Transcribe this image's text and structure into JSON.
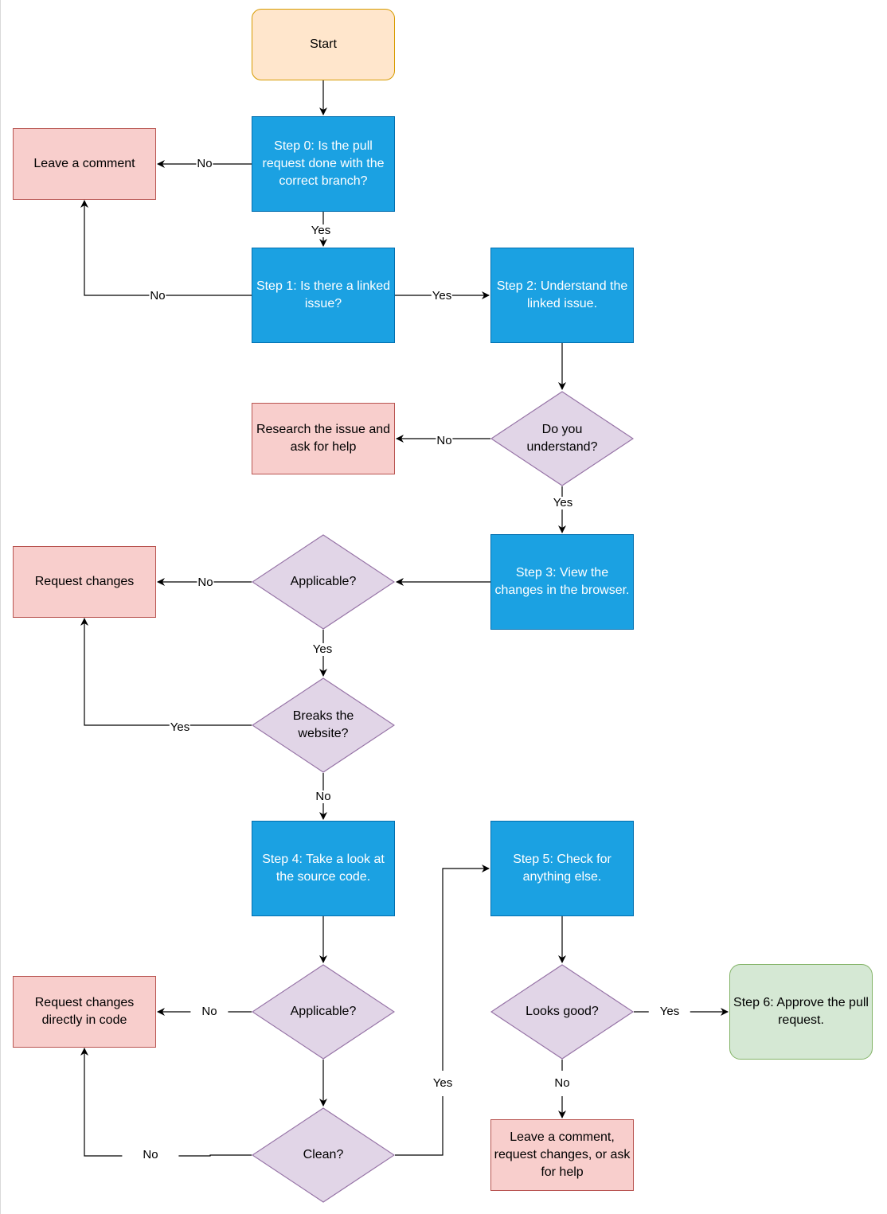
{
  "nodes": {
    "start": "Start",
    "step0": "Step 0: Is the pull request done with the correct branch?",
    "leave_comment": "Leave a comment",
    "step1": "Step 1: Is there a linked issue?",
    "step2": "Step 2: Understand the linked issue.",
    "understand": "Do you understand?",
    "research": "Research the issue and ask for help",
    "step3": "Step 3: View the changes in the browser.",
    "applicable1": "Applicable?",
    "request_changes": "Request changes",
    "breaks": "Breaks the website?",
    "step4": "Step 4: Take a look at the source code.",
    "step5": "Step 5: Check for anything else.",
    "applicable2": "Applicable?",
    "request_changes_code": "Request changes directly in code",
    "looks_good": "Looks good?",
    "step6": "Step 6: Approve the pull request.",
    "clean": "Clean?",
    "final_comment": "Leave a comment, request changes, or ask for help"
  },
  "edge_labels": {
    "step0_no": "No",
    "step0_yes": "Yes",
    "step1_no": "No",
    "step1_yes": "Yes",
    "understand_no": "No",
    "understand_yes": "Yes",
    "applicable1_no": "No",
    "applicable1_yes": "Yes",
    "breaks_yes": "Yes",
    "breaks_no": "No",
    "applicable2_no": "No",
    "looks_good_yes": "Yes",
    "looks_good_no": "No",
    "clean_yes": "Yes",
    "clean_no": "No"
  },
  "colors": {
    "start_fill": "#ffe6cc",
    "start_stroke": "#d79b00",
    "step_fill": "#1ba1e2",
    "step_stroke": "#006eaf",
    "decision_fill": "#e1d5e7",
    "decision_stroke": "#9673a6",
    "alert_fill": "#f8cecc",
    "alert_stroke": "#b85450",
    "success_fill": "#d5e8d4",
    "success_stroke": "#82b366"
  }
}
